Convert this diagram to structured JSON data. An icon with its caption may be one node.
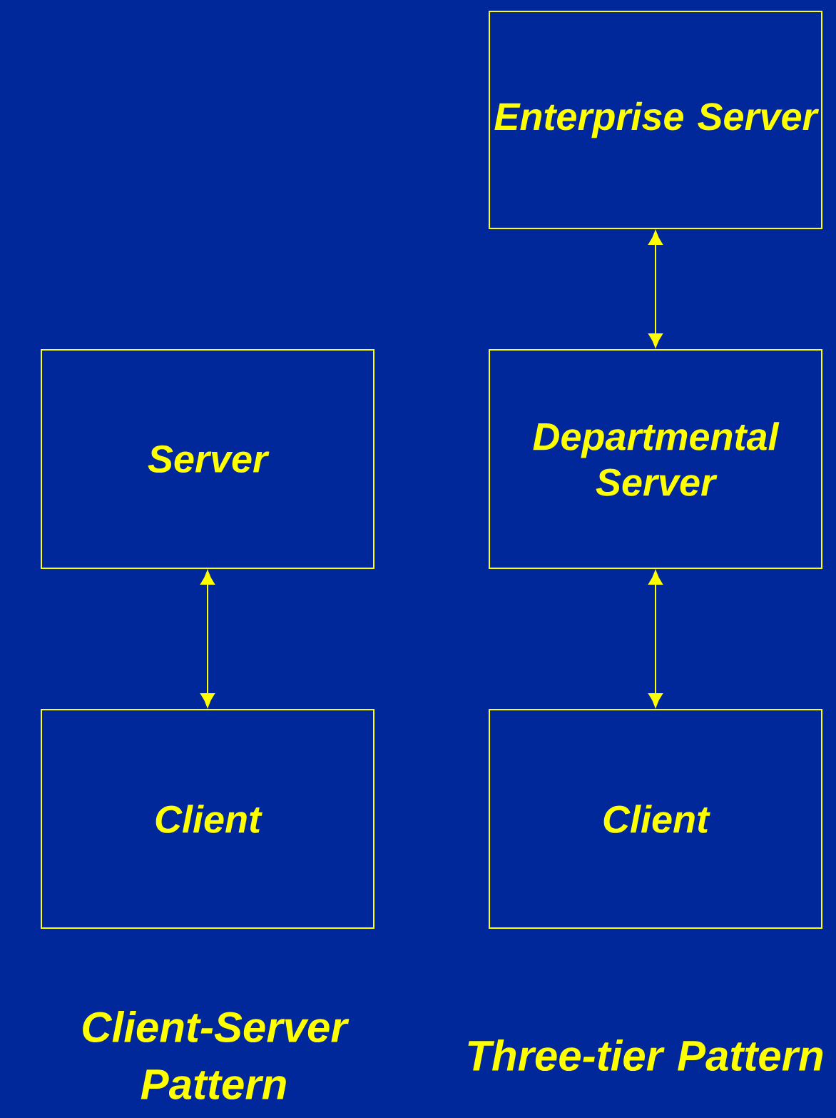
{
  "diagram": {
    "nodes": [
      {
        "text": [
          "Enterprise Server"
        ]
      },
      {
        "text": [
          "Server"
        ]
      },
      {
        "text": [
          "Departmental Server"
        ]
      },
      {
        "text": [
          "Client"
        ]
      },
      {
        "text": [
          "Client"
        ]
      }
    ],
    "edges": [
      {
        "from": 1,
        "to": 3,
        "arrow": "both"
      },
      {
        "from": 0,
        "to": 2,
        "arrow": "both"
      },
      {
        "from": 2,
        "to": 4,
        "arrow": "both"
      }
    ],
    "labels": [
      "Client-Server Pattern",
      "Three-tier Pattern"
    ]
  }
}
